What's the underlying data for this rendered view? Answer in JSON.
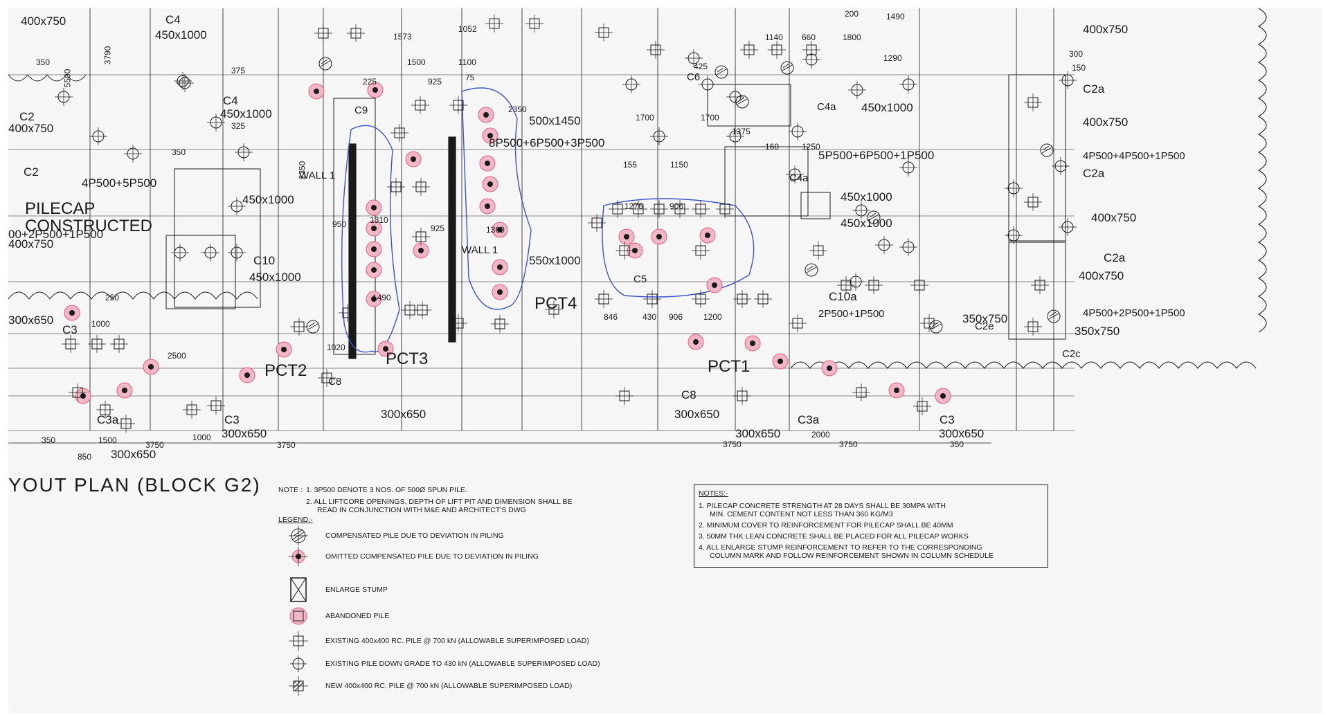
{
  "drawing": {
    "title": "YOUT PLAN (BLOCK G2)",
    "pilecap_constructed": [
      "PILECAP",
      "CONSTRUCTED"
    ],
    "zone_labels": [
      "PCT1",
      "PCT2",
      "PCT3",
      "PCT4"
    ],
    "column_labels": [
      "C4",
      "C4",
      "C2",
      "C2",
      "C10",
      "C3",
      "C3a",
      "C3",
      "C8",
      "C9",
      "WALL 1",
      "WALL 1",
      "C5",
      "C6",
      "C4a",
      "C4a",
      "C10a",
      "C2a",
      "C2a",
      "C2a",
      "C2e",
      "C2c",
      "C8",
      "C3a",
      "C3"
    ],
    "size_labels": [
      "400x750",
      "450x1000",
      "450x1000",
      "400x750",
      "450x1000",
      "400x750",
      "450x1000",
      "300x650",
      "300x650",
      "300x650",
      "300x650",
      "500x1450",
      "550x1000",
      "450x1000",
      "450x1000",
      "450x1000",
      "400x750",
      "400x750",
      "400x750",
      "400x750",
      "350x750",
      "350x750",
      "300x650",
      "300x650",
      "300x650"
    ],
    "pile_groups": [
      "4P500+5P500",
      "00+2P500+1P500",
      "8P500+6P500+3P500",
      "5P500+6P500+1P500",
      "4P500+4P500+1P500",
      "4P500+2P500+1P500",
      "2P500+1P500"
    ],
    "dimensions": [
      "350",
      "3790",
      "5500",
      "1573",
      "1052",
      "1500",
      "1100",
      "925",
      "75",
      "225",
      "2350",
      "375",
      "325",
      "350",
      "2350",
      "1310",
      "925",
      "1360",
      "1490",
      "950",
      "1000",
      "1020",
      "2500",
      "250",
      "350",
      "3750",
      "1000",
      "3750",
      "1500",
      "850",
      "846",
      "430",
      "906",
      "1200",
      "1276",
      "906",
      "155",
      "1150",
      "1700",
      "1700",
      "1375",
      "1250",
      "160",
      "425",
      "1140",
      "660",
      "1800",
      "200",
      "1490",
      "1290",
      "300",
      "150",
      "3750",
      "2000",
      "3750",
      "350"
    ]
  },
  "notes_left": {
    "note_title": "NOTE :",
    "note_1": "1.  3P500 DENOTE 3 NOS. OF 500Ø SPUN PILE.",
    "note_2a": "2.  ALL LIFTCORE OPENINGS, DEPTH OF LIFT PIT AND DIMENSION SHALL BE",
    "note_2b": "READ IN CONJUNCTION WITH M&E AND ARCHITECT'S DWG",
    "legend_title": "LEGEND:-"
  },
  "legend": [
    {
      "icon": "compensated-pile-icon",
      "text": "COMPENSATED PILE DUE TO DEVIATION IN PILING"
    },
    {
      "icon": "omitted-compensated-pile-icon",
      "text": "OMITTED COMPENSATED PILE DUE TO DEVIATION IN PILING"
    },
    {
      "icon": "enlarge-stump-icon",
      "text": "ENLARGE STUMP"
    },
    {
      "icon": "abandoned-pile-icon",
      "text": "ABANDONED PILE"
    },
    {
      "icon": "existing-rc-pile-icon",
      "text": "EXISTING 400x400 RC. PILE @ 700 kN (ALLOWABLE SUPERIMPOSED LOAD)"
    },
    {
      "icon": "existing-pile-down-grade-icon",
      "text": "EXISTING PILE DOWN GRADE TO 430 kN (ALLOWABLE SUPERIMPOSED LOAD)"
    },
    {
      "icon": "new-rc-pile-icon",
      "text": "NEW 400x400 RC. PILE @ 700 kN (ALLOWABLE SUPERIMPOSED LOAD)"
    }
  ],
  "notes_right": {
    "title": "NOTES:-",
    "n1a": "1.  PILECAP CONCRETE STRENGTH AT 28 DAYS SHALL BE 30MPA WITH",
    "n1b": "MIN. CEMENT CONTENT NOT LESS THAN 360 kg/m3",
    "n2": "2.  MINIMUM COVER TO REINFORCEMENT FOR PILECAP SHALL BE 40mm",
    "n3": "3.  50mm THK LEAN CONCRETE SHALL BE PLACED FOR ALL PILECAP WORKS",
    "n4a": "4.  ALL ENLARGE STUMP REINFORCEMENT TO REFER TO THE CORRESPONDING",
    "n4b": "COLUMN MARK AND FOLLOW REINFORCEMENT SHOWN IN COLUMN SCHEDULE"
  },
  "colors": {
    "ink": "#1a1a1a",
    "blue_outline": "#3b55c8",
    "abandoned_pink": "#e06080",
    "paper": "#f6f6f6"
  }
}
